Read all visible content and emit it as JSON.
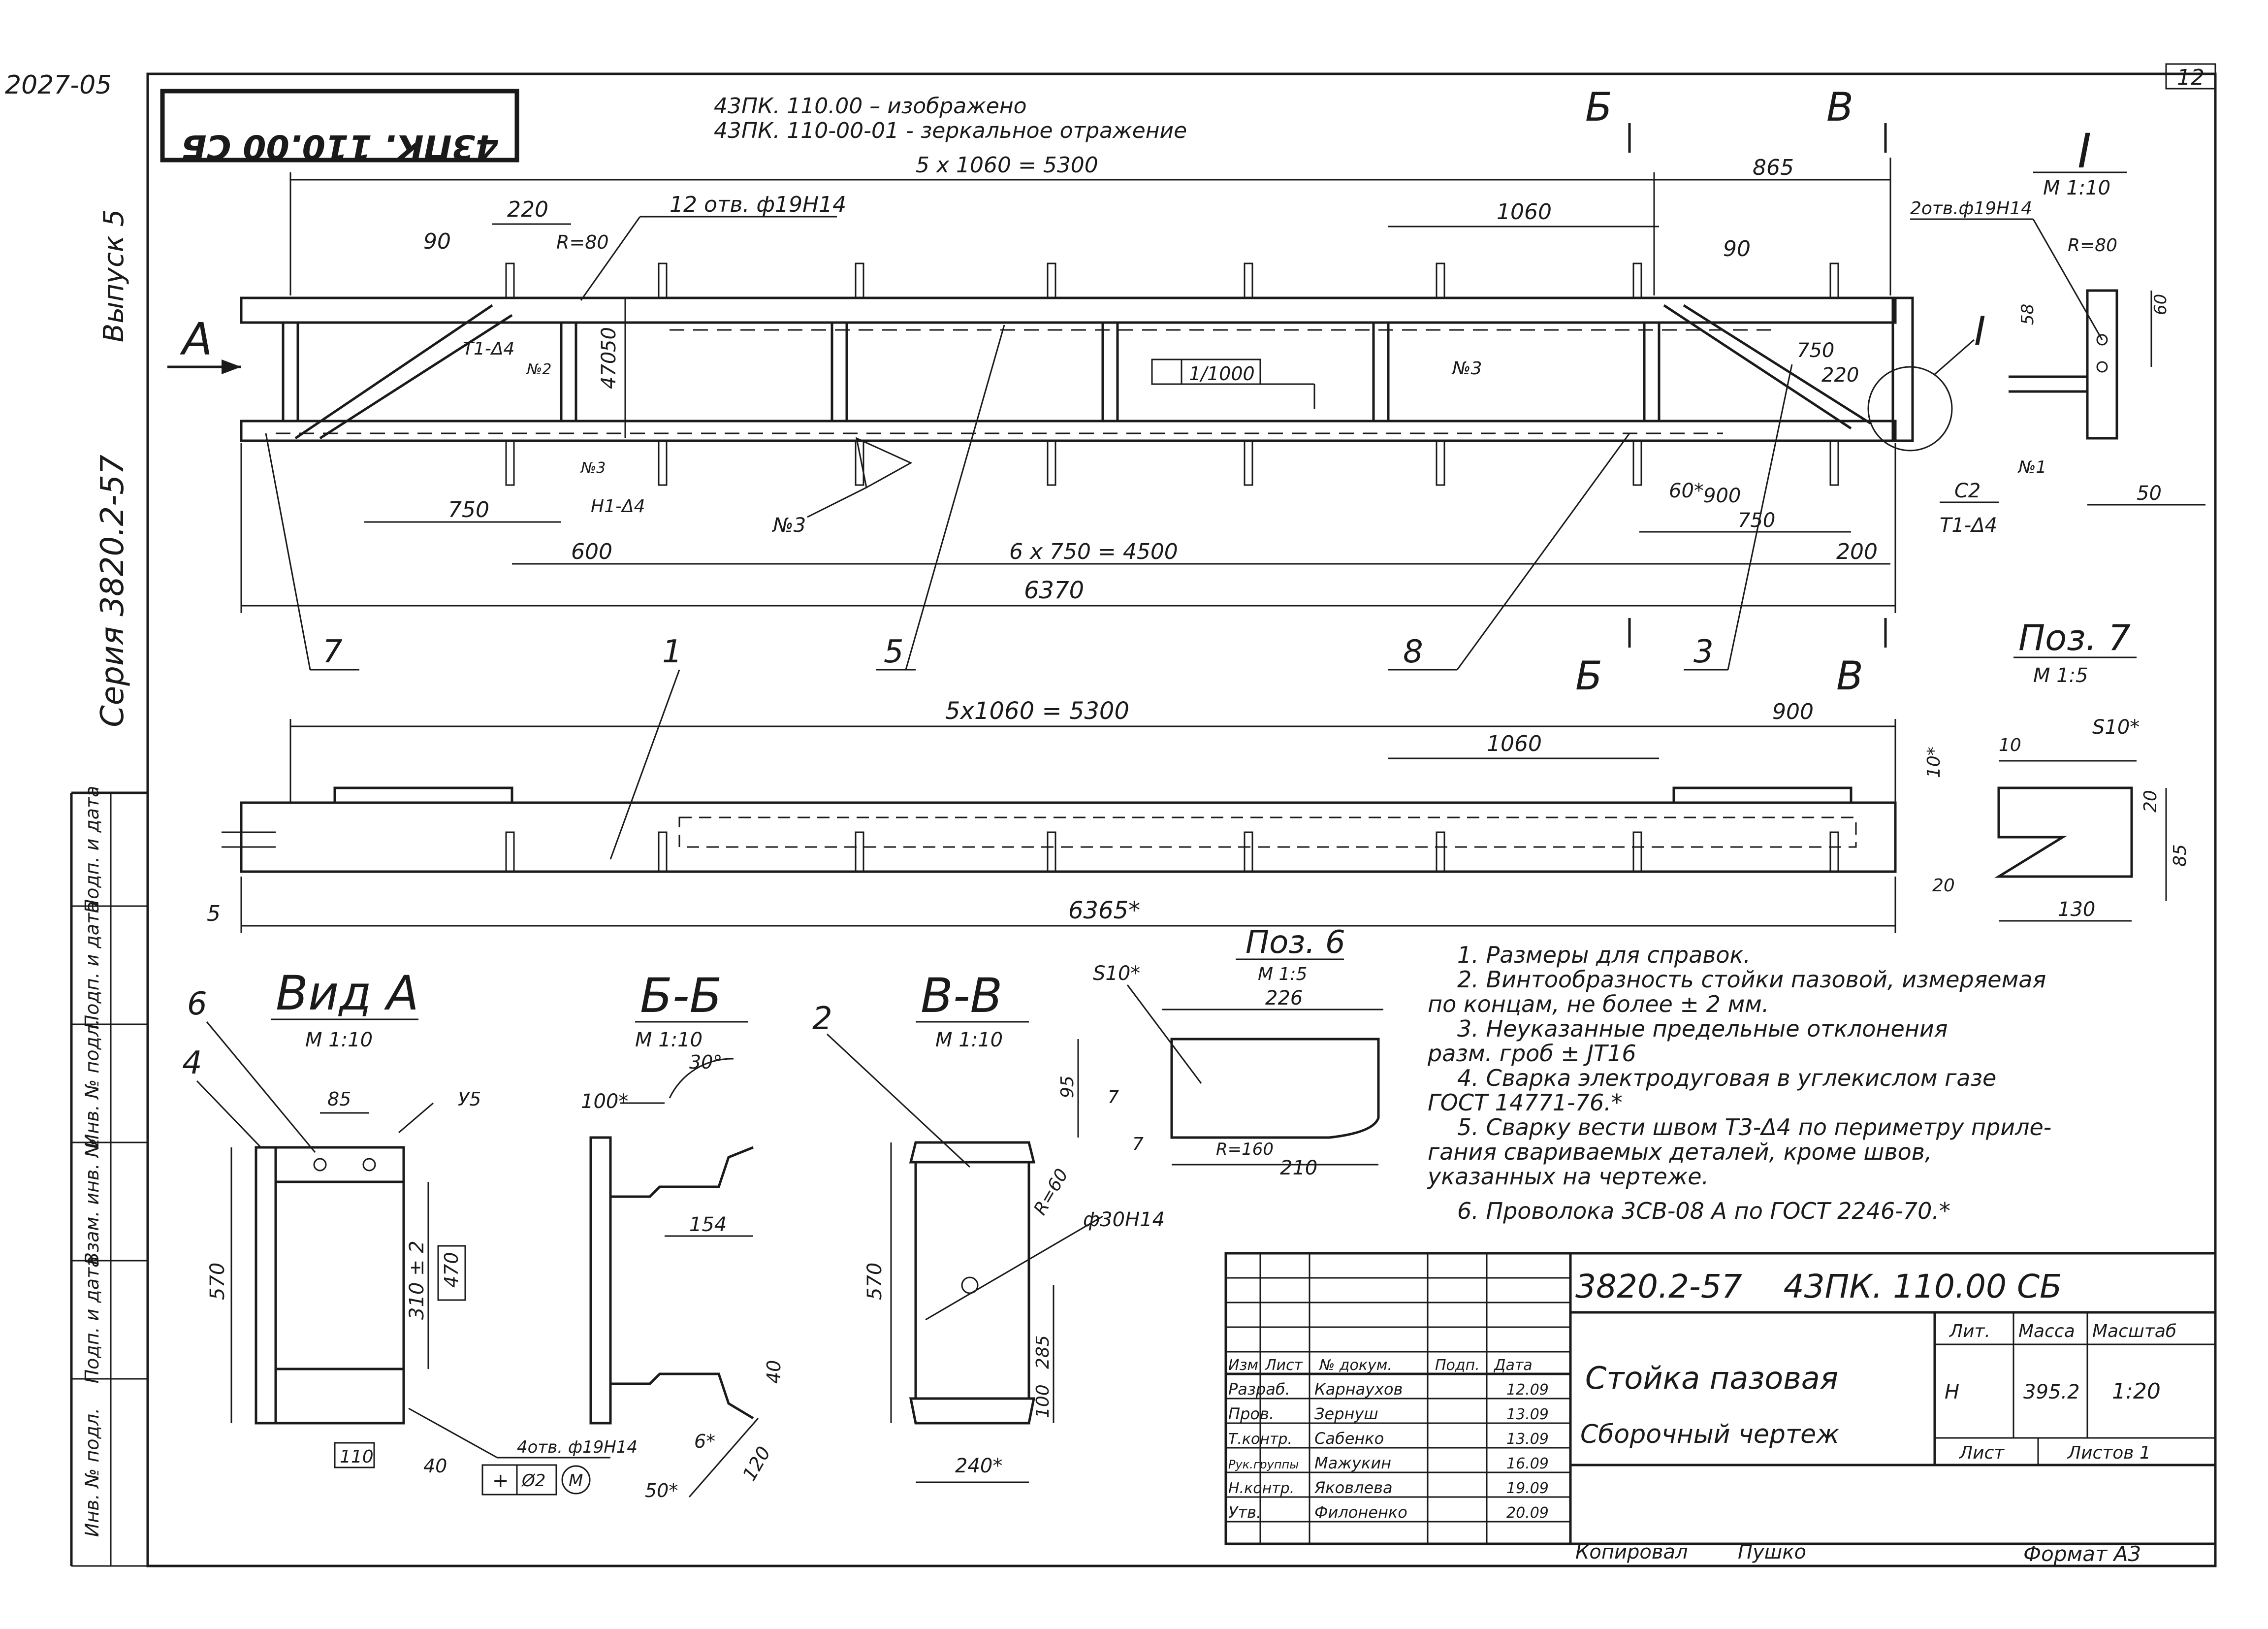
{
  "sheet": {
    "archive_number": "2027-05",
    "sheet_number": "12",
    "stamp_code": "43ПК. 110.00 СБ",
    "issue": "Выпуск 5",
    "series": "Серия 3820.2-57"
  },
  "variants": {
    "line1": "43ПК. 110.00 – изображено",
    "line2": "43ПК. 110-00-01 - зеркальное отражение"
  },
  "plan_view": {
    "view_letter": "А",
    "section_b": "Б",
    "section_v": "В",
    "dims": {
      "top_overall": "5 x 1060 = 5300",
      "top_right": "865",
      "d220": "220",
      "d90a": "90",
      "r80": "R=80",
      "holes": "12 отв. ф19Н14",
      "d1060": "1060",
      "d90b": "90",
      "d50": "50",
      "d470": "470",
      "weld1": "Т1-Δ4",
      "weld_n2": "№2",
      "weld_n3a": "№3",
      "weld_h1": "Н1-Δ4",
      "weld_n3b": "№3",
      "weld_n3c": "№3",
      "flatness": "1/1000",
      "d750a": "750",
      "d220b": "220",
      "d750b": "750",
      "d60": "60*",
      "d900": "900",
      "d750c": "750",
      "d600": "600",
      "pitch": "6 x 750 = 4500",
      "d200": "200",
      "d6370": "6370"
    },
    "leaders": {
      "p7": "7",
      "p1": "1",
      "p5": "5",
      "p8": "8",
      "p3": "3"
    }
  },
  "detail_i": {
    "title": "I",
    "scale": "М 1:10",
    "holes": "2отв.ф19Н14",
    "r80": "R=80",
    "d58": "58",
    "d60": "60",
    "weld_c2": "С2",
    "weld_t1": "Т1-Δ4",
    "weld_n1": "№1",
    "d50": "50"
  },
  "elevation": {
    "top_overall": "5x1060 = 5300",
    "right": "900",
    "d1060": "1060",
    "left_label": "5",
    "overall": "6365*"
  },
  "pos7": {
    "title": "Поз. 7",
    "scale": "М 1:5",
    "s10": "S10*",
    "d10a": "10*",
    "d10b": "10",
    "d20a": "20",
    "d85": "85",
    "d20b": "20",
    "d130": "130"
  },
  "pos6": {
    "title": "Поз. 6",
    "scale": "М 1:5",
    "s10": "S10*",
    "d226": "226",
    "d95": "95",
    "d7a": "7",
    "d7b": "7",
    "r160": "R=160",
    "d210": "210"
  },
  "view_a": {
    "label6": "6",
    "label4": "4",
    "title": "Вид А",
    "scale": "М 1:10",
    "d85": "85",
    "weld_u5": "У5",
    "d570": "570",
    "d310": "310 ± 2",
    "d470box": "470",
    "d40": "40",
    "holes": "4отв. ф19Н14",
    "tol_box": "110",
    "pos_tol": "Ø2",
    "pos_m": "М"
  },
  "section_bb": {
    "title": "Б-Б",
    "scale": "М 1:10",
    "d100": "100*",
    "d30": "30°",
    "d154": "154",
    "d40": "40",
    "d6": "6*",
    "d50": "50*",
    "d120": "120"
  },
  "section_vv": {
    "label2": "2",
    "title": "В-В",
    "scale": "М 1:10",
    "r60": "R=60",
    "hole": "ф30Н14",
    "d570": "570",
    "d285": "285",
    "d100": "100",
    "d240": "240*"
  },
  "notes": [
    "1. Размеры для справок.",
    "2. Винтообразность стойки пазовой, измеряемая",
    "по концам, не более ± 2 мм.",
    "3. Неуказанные предельные отклонения",
    "разм. гроб ± JT16",
    "4. Сварка электродуговая в углекислом газе",
    "ГОСТ 14771-76.*",
    "5. Сварку вести швом Т3-Δ4 по периметру приле-",
    "гания свариваемых деталей, кроме швов,",
    "указанных на чертеже.",
    "6. Проволока 3СВ-08 А по ГОСТ 2246-70.*"
  ],
  "title_block": {
    "code": "3820.2-57    43ПК. 110.00 СБ",
    "name": "Стойка пазовая",
    "doc_type": "Сборочный чертеж",
    "head": [
      "Изм",
      "Лист",
      "№ докум.",
      "Подп.",
      "Дата"
    ],
    "rows": [
      [
        "Разраб.",
        "Карнаухов",
        "",
        "12.09"
      ],
      [
        "Пров.",
        "Зернуш",
        "",
        "13.09"
      ],
      [
        "Т.контр.",
        "Сабенко",
        "",
        "13.09"
      ],
      [
        "Рук.группы",
        "Мажукин",
        "",
        "16.09"
      ],
      [
        "Н.контр.",
        "Яковлева",
        "",
        "19.09"
      ],
      [
        "Утв.",
        "Филоненко",
        "",
        "20.09"
      ]
    ],
    "lit_label": "Лит.",
    "mass_label": "Масса",
    "scale_label": "Масштаб",
    "lit": "Н",
    "mass": "395.2",
    "scale": "1:20",
    "sheet_label": "Лист",
    "sheets_label": "Листов 1"
  },
  "left_strip": [
    "Подп. и дата",
    "Подп. и дата",
    "Инв. № подл.",
    "Взам. инв. №",
    "Подп. и дата",
    "Инв. № подл."
  ],
  "footer": {
    "copied": "Копировал",
    "copier": "Пушко",
    "format": "Формат А3"
  }
}
